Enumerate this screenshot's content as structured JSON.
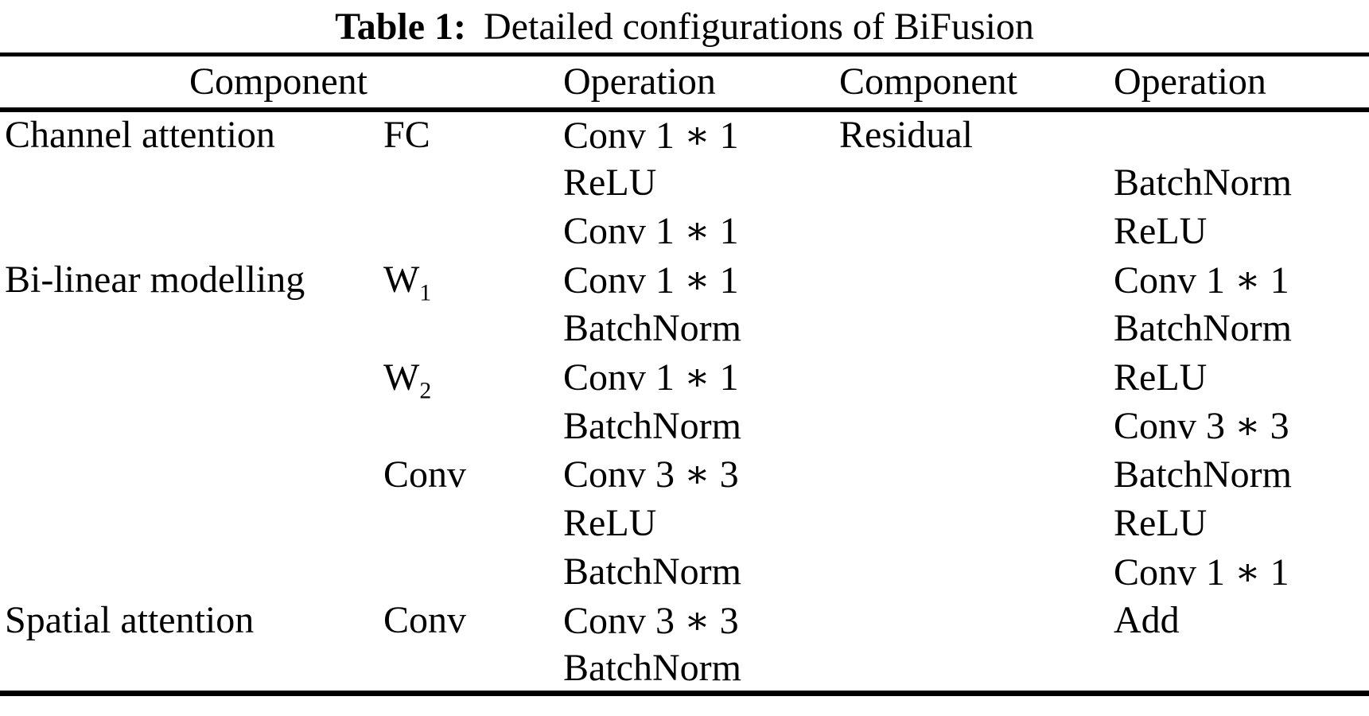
{
  "caption": {
    "label": "Table 1:",
    "text": "Detailed configurations of BiFusion"
  },
  "table": {
    "header": [
      {
        "label": "Component",
        "colspan": 2,
        "align": "center",
        "key": "component-1"
      },
      {
        "label": "Operation",
        "colspan": 1,
        "align": "left",
        "key": "operation-1"
      },
      {
        "label": "Component",
        "colspan": 1,
        "align": "left",
        "key": "component-2"
      },
      {
        "label": "Operation",
        "colspan": 1,
        "align": "left",
        "key": "operation-2"
      }
    ],
    "rows": [
      [
        "Channel attention",
        "FC",
        "Conv 1 ∗ 1",
        "Residual",
        ""
      ],
      [
        "",
        "",
        "ReLU",
        "",
        "BatchNorm"
      ],
      [
        "",
        "",
        "Conv 1 ∗ 1",
        "",
        "ReLU"
      ],
      [
        "Bi-linear modelling",
        {
          "base": "W",
          "sub": "1"
        },
        "Conv 1 ∗ 1",
        "",
        "Conv 1 ∗ 1"
      ],
      [
        "",
        "",
        "BatchNorm",
        "",
        "BatchNorm"
      ],
      [
        "",
        {
          "base": "W",
          "sub": "2"
        },
        "Conv 1 ∗ 1",
        "",
        "ReLU"
      ],
      [
        "",
        "",
        "BatchNorm",
        "",
        "Conv 3 ∗ 3"
      ],
      [
        "",
        "Conv",
        "Conv 3 ∗ 3",
        "",
        "BatchNorm"
      ],
      [
        "",
        "",
        "ReLU",
        "",
        "ReLU"
      ],
      [
        "",
        "",
        "BatchNorm",
        "",
        "Conv 1 ∗ 1"
      ],
      [
        "Spatial attention",
        "Conv",
        "Conv 3 ∗ 3",
        "",
        "Add"
      ],
      [
        "",
        "",
        "BatchNorm",
        "",
        ""
      ]
    ]
  },
  "colors": {
    "text": "#000000",
    "background": "#ffffff",
    "rule": "#000000"
  }
}
